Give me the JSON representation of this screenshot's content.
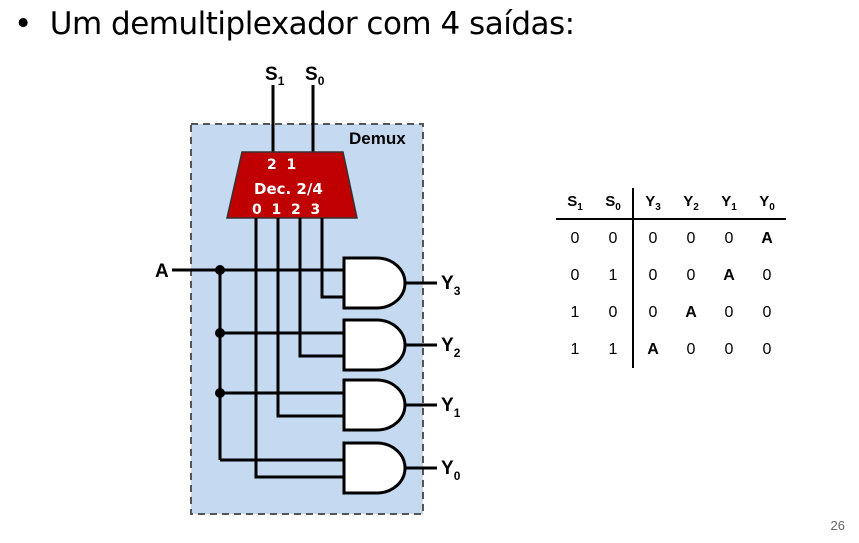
{
  "title": {
    "bullet": "•",
    "text": "Um demultiplexador com 4 saídas:"
  },
  "diagram": {
    "container_label": "Demux",
    "decoder_label": "Dec. 2/4",
    "decoder_select_pins": "2  1",
    "decoder_output_pins": "0  1  2  3",
    "select_inputs": [
      {
        "base": "S",
        "sub": "1"
      },
      {
        "base": "S",
        "sub": "0"
      }
    ],
    "data_input": "A",
    "outputs": [
      {
        "base": "Y",
        "sub": "3"
      },
      {
        "base": "Y",
        "sub": "2"
      },
      {
        "base": "Y",
        "sub": "1"
      },
      {
        "base": "Y",
        "sub": "0"
      }
    ],
    "colors": {
      "container_fill": "#c5d9f1",
      "decoder_fill": "#c00000",
      "gate_fill": "#ffffff",
      "wire": "#000000"
    }
  },
  "truth_table": {
    "headers": [
      {
        "base": "S",
        "sub": "1"
      },
      {
        "base": "S",
        "sub": "0"
      },
      {
        "base": "Y",
        "sub": "3"
      },
      {
        "base": "Y",
        "sub": "2"
      },
      {
        "base": "Y",
        "sub": "1"
      },
      {
        "base": "Y",
        "sub": "0"
      }
    ],
    "rows": [
      [
        "0",
        "0",
        "0",
        "0",
        "0",
        "A"
      ],
      [
        "0",
        "1",
        "0",
        "0",
        "A",
        "0"
      ],
      [
        "1",
        "0",
        "0",
        "A",
        "0",
        "0"
      ],
      [
        "1",
        "1",
        "A",
        "0",
        "0",
        "0"
      ]
    ]
  },
  "page_number": "26"
}
